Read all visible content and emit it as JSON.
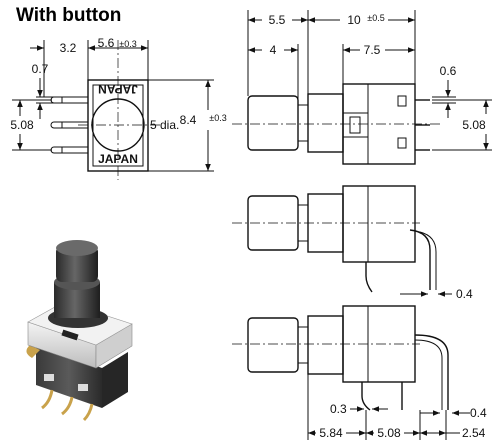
{
  "title": "With button",
  "front_view": {
    "dim_32": "3.2",
    "dim_56": "5.6",
    "tol_56": "±0.3",
    "dim_07": "0.7",
    "dim_508": "5.08",
    "dim_5dia": "5 dia.",
    "dim_84": "8.4",
    "tol_84": "±0.3",
    "marking_top": "JAPAN",
    "marking_bottom": "JAPAN"
  },
  "side_view": {
    "dim_55": "5.5",
    "dim_10": "10",
    "tol_10": "±0.5",
    "dim_4": "4",
    "dim_75": "7.5",
    "dim_06": "0.6",
    "dim_508": "5.08"
  },
  "mid_view": {
    "dim_04": "0.4"
  },
  "bottom_view": {
    "dim_03": "0.3",
    "dim_04": "0.4",
    "dim_584": "5.84",
    "dim_508": "5.08",
    "dim_254": "2.54"
  }
}
